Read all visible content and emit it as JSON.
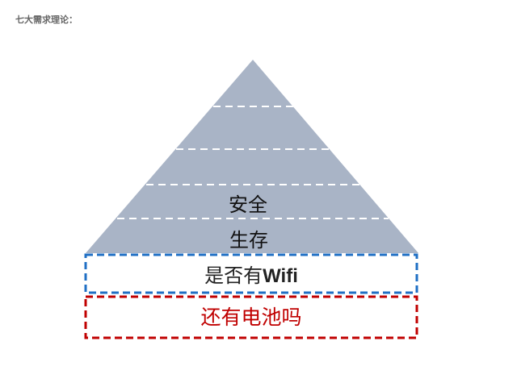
{
  "heading": "七大需求理论：",
  "pyramid": {
    "fill": "#a9b4c6",
    "levels": [
      {
        "label": "安全"
      },
      {
        "label": "生存"
      }
    ]
  },
  "boxes": {
    "wifi": {
      "label_cn": "是否有",
      "label_en": "Wifi",
      "border_color": "#1f6fc4"
    },
    "battery": {
      "label": "还有电池吗",
      "border_color": "#c00000"
    }
  }
}
